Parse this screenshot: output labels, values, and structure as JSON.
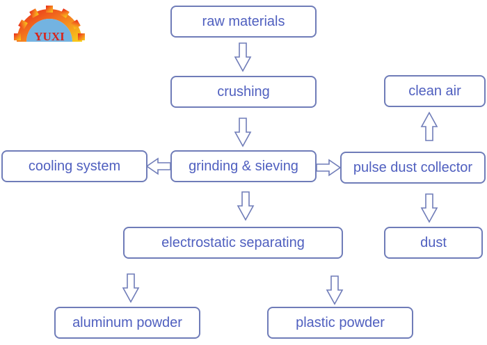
{
  "logo": {
    "text": "YUXI",
    "colors": {
      "gear_top": "#e8261a",
      "gear_bottom": "#f7c51a",
      "globe": "#3a8fd0",
      "text": "#d8231a"
    }
  },
  "colors": {
    "border": "#6f7cb8",
    "text": "#4f5fbf",
    "arrow": "#6f7cb8"
  },
  "nodes": {
    "raw_materials": "raw materials",
    "crushing": "crushing",
    "grinding_sieving": "grinding & sieving",
    "cooling_system": "cooling system",
    "pulse_dust_collector": "pulse dust collector",
    "clean_air": "clean air",
    "dust": "dust",
    "electrostatic_separating": "electrostatic separating",
    "aluminum_powder": "aluminum powder",
    "plastic_powder": "plastic powder"
  },
  "edges": [
    {
      "from": "raw materials",
      "to": "crushing"
    },
    {
      "from": "crushing",
      "to": "grinding & sieving"
    },
    {
      "from": "grinding & sieving",
      "to": "cooling system"
    },
    {
      "from": "grinding & sieving",
      "to": "pulse dust collector"
    },
    {
      "from": "pulse dust collector",
      "to": "clean air"
    },
    {
      "from": "pulse dust collector",
      "to": "dust"
    },
    {
      "from": "grinding & sieving",
      "to": "electrostatic separating"
    },
    {
      "from": "electrostatic separating",
      "to": "aluminum powder"
    },
    {
      "from": "electrostatic separating",
      "to": "plastic powder"
    }
  ]
}
